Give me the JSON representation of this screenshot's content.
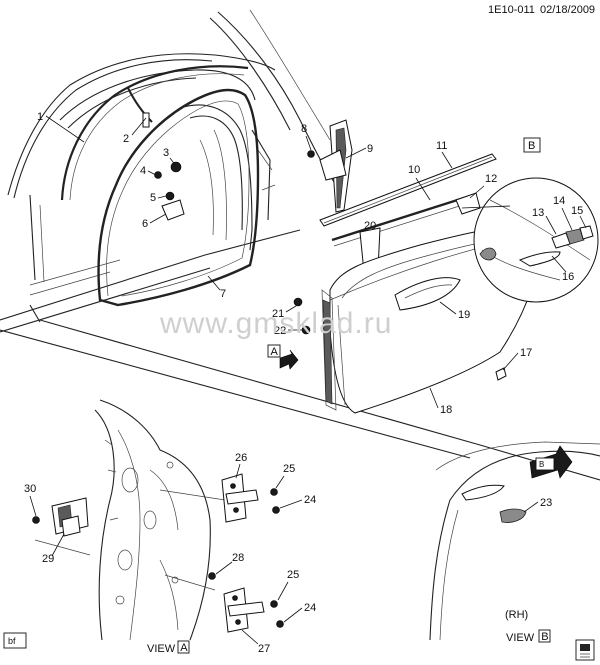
{
  "header": {
    "code": "1E10-011",
    "date": "02/18/2009"
  },
  "watermark": "www.gmsklad.ru",
  "footer": {
    "tag": "bf"
  },
  "views": {
    "a": {
      "prefix": "VIEW",
      "letter": "A"
    },
    "b": {
      "prefix": "VIEW",
      "letter": "B"
    },
    "rh": "(RH)"
  },
  "callouts": {
    "a": "A",
    "b": "B"
  },
  "labels": {
    "l1": "1",
    "l2": "2",
    "l3": "3",
    "l4": "4",
    "l5": "5",
    "l6": "6",
    "l7": "7",
    "l8": "8",
    "l9": "9",
    "l10": "10",
    "l11": "11",
    "l12": "12",
    "l13": "13",
    "l14": "14",
    "l15": "15",
    "l16": "16",
    "l17": "17",
    "l18": "18",
    "l19": "19",
    "l20": "20",
    "l21": "21",
    "l22": "22",
    "l23": "23",
    "l24a": "24",
    "l24b": "24",
    "l25a": "25",
    "l25b": "25",
    "l26": "26",
    "l27": "27",
    "l28": "28",
    "l29": "29",
    "l30": "30"
  }
}
